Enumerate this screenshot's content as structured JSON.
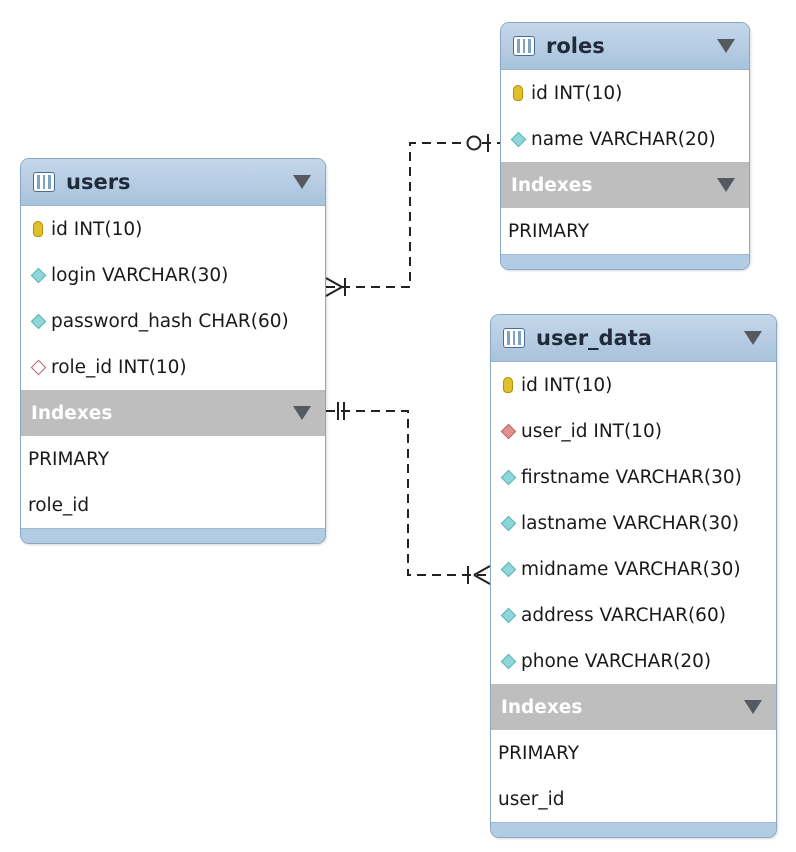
{
  "tables": {
    "roles": {
      "name": "roles",
      "columns": [
        {
          "label": "id INT(10)",
          "kind": "primary-key"
        },
        {
          "label": "name VARCHAR(20)",
          "kind": "column"
        }
      ],
      "indexes_label": "Indexes",
      "indexes": [
        "PRIMARY"
      ]
    },
    "users": {
      "name": "users",
      "columns": [
        {
          "label": "id INT(10)",
          "kind": "primary-key"
        },
        {
          "label": "login VARCHAR(30)",
          "kind": "column"
        },
        {
          "label": "password_hash CHAR(60)",
          "kind": "column"
        },
        {
          "label": "role_id INT(10)",
          "kind": "foreign-key-nullable"
        }
      ],
      "indexes_label": "Indexes",
      "indexes": [
        "PRIMARY",
        "role_id"
      ]
    },
    "user_data": {
      "name": "user_data",
      "columns": [
        {
          "label": "id INT(10)",
          "kind": "primary-key"
        },
        {
          "label": "user_id INT(10)",
          "kind": "foreign-key"
        },
        {
          "label": "firstname VARCHAR(30)",
          "kind": "column"
        },
        {
          "label": "lastname VARCHAR(30)",
          "kind": "column"
        },
        {
          "label": "midname VARCHAR(30)",
          "kind": "column"
        },
        {
          "label": "address VARCHAR(60)",
          "kind": "column"
        },
        {
          "label": "phone VARCHAR(20)",
          "kind": "column"
        }
      ],
      "indexes_label": "Indexes",
      "indexes": [
        "PRIMARY",
        "user_id"
      ]
    }
  },
  "relationships": [
    {
      "from": "users",
      "to": "roles",
      "from_end": "many",
      "to_end": "zero-or-one"
    },
    {
      "from": "users",
      "to": "user_data",
      "from_end": "one",
      "to_end": "many"
    }
  ],
  "colors": {
    "header": "#aec6de",
    "indexes_bar": "#bebebe",
    "border": "#8aa7c4",
    "connector": "#222222"
  }
}
